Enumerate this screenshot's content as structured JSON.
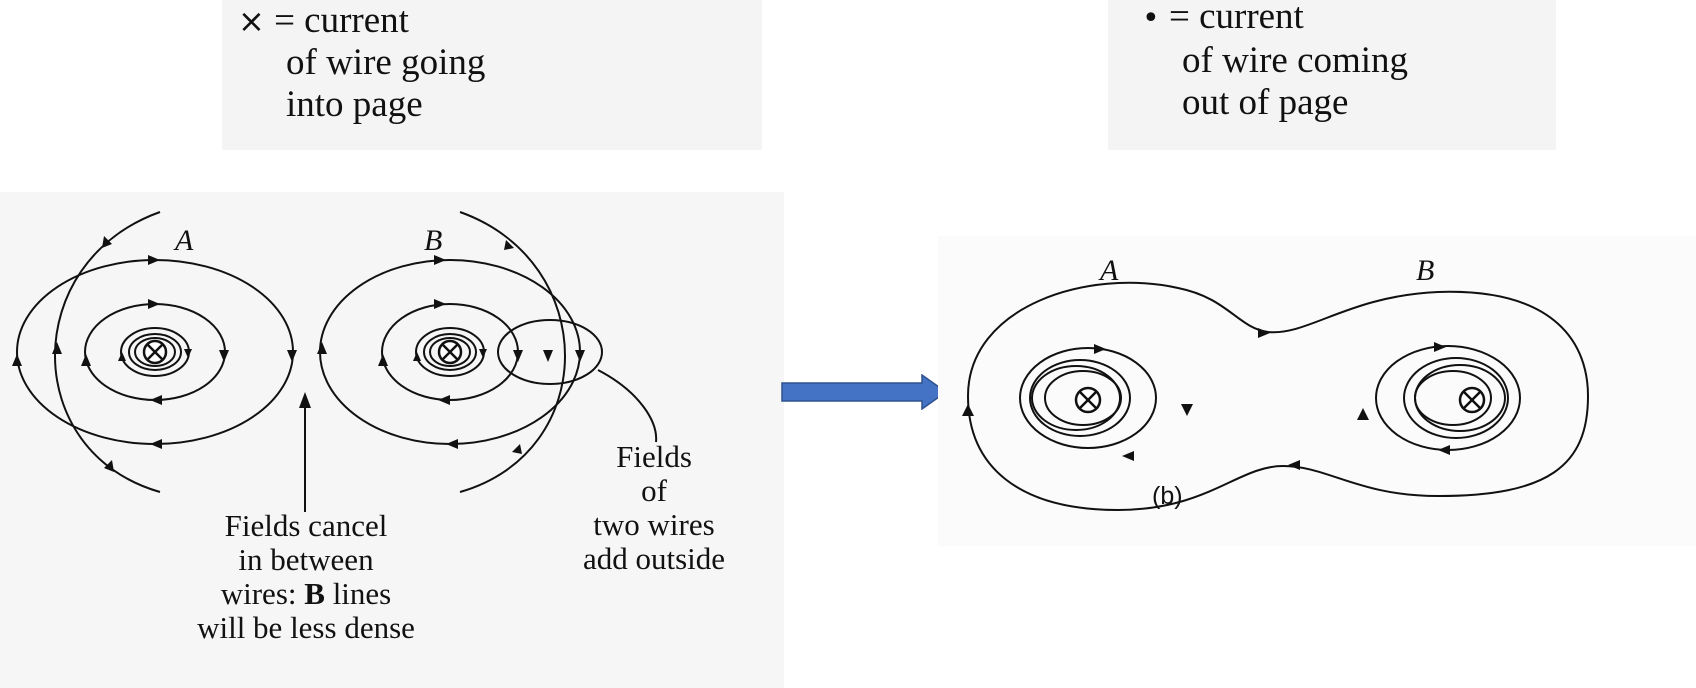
{
  "legend_into": {
    "symbol": "×",
    "lines": [
      "= current",
      "of wire going",
      "into page"
    ]
  },
  "legend_out": {
    "symbol": "•",
    "lines": [
      "= current",
      "of wire coming",
      "out of page"
    ]
  },
  "left_diagram": {
    "wire_a_label": "A",
    "wire_b_label": "B",
    "caption_cancel": [
      "Fields cancel",
      "in between",
      "wires: ",
      "B",
      " lines",
      "will be less dense"
    ],
    "caption_add": [
      "Fields",
      "of",
      "two wires",
      "add outside"
    ]
  },
  "right_diagram": {
    "wire_a_label": "A",
    "wire_b_label": "B",
    "sublabel": "(b)"
  },
  "colors": {
    "panel_bg": "#f4f4f4",
    "arrow": "#4472c4",
    "arrow_edge": "#2f528f",
    "ink": "#111111"
  },
  "icons": {
    "wire_into_page": "circled-times-icon",
    "transition": "right-arrow-icon"
  }
}
